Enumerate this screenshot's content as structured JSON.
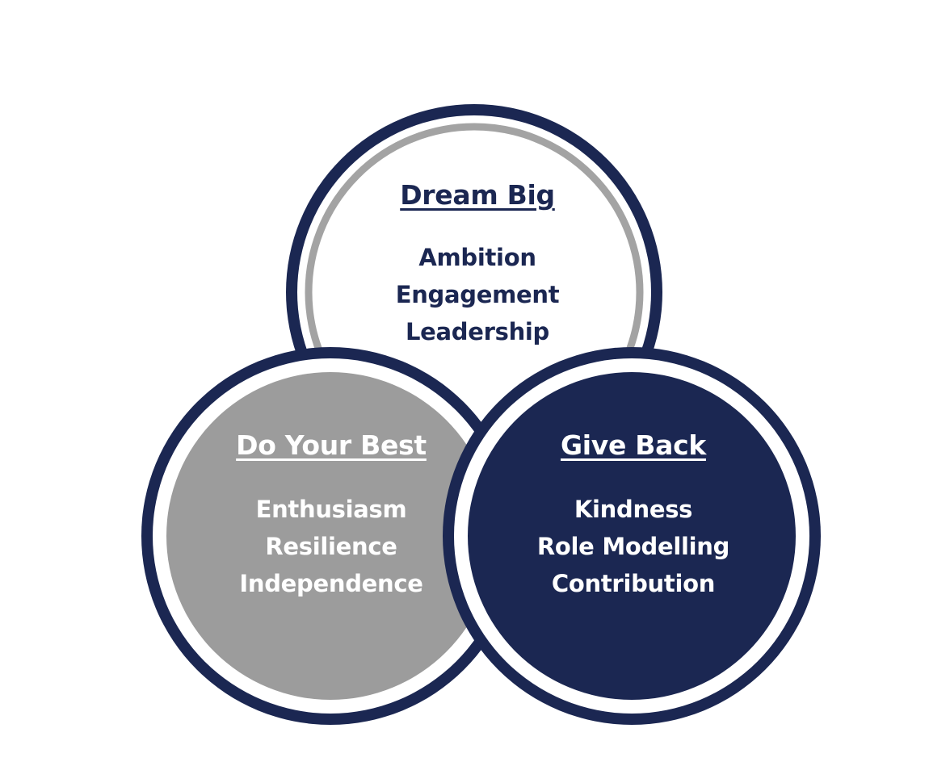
{
  "colors": {
    "navy": "#1b2752",
    "grey": "#9c9c9c",
    "white": "#ffffff"
  },
  "circles": {
    "dream": {
      "title": "Dream Big",
      "values": [
        "Ambition",
        "Engagement",
        "Leadership"
      ]
    },
    "best": {
      "title": "Do Your Best",
      "values": [
        "Enthusiasm",
        "Resilience",
        "Independence"
      ]
    },
    "give": {
      "title": "Give Back",
      "values": [
        "Kindness",
        "Role Modelling",
        "Contribution"
      ]
    }
  }
}
